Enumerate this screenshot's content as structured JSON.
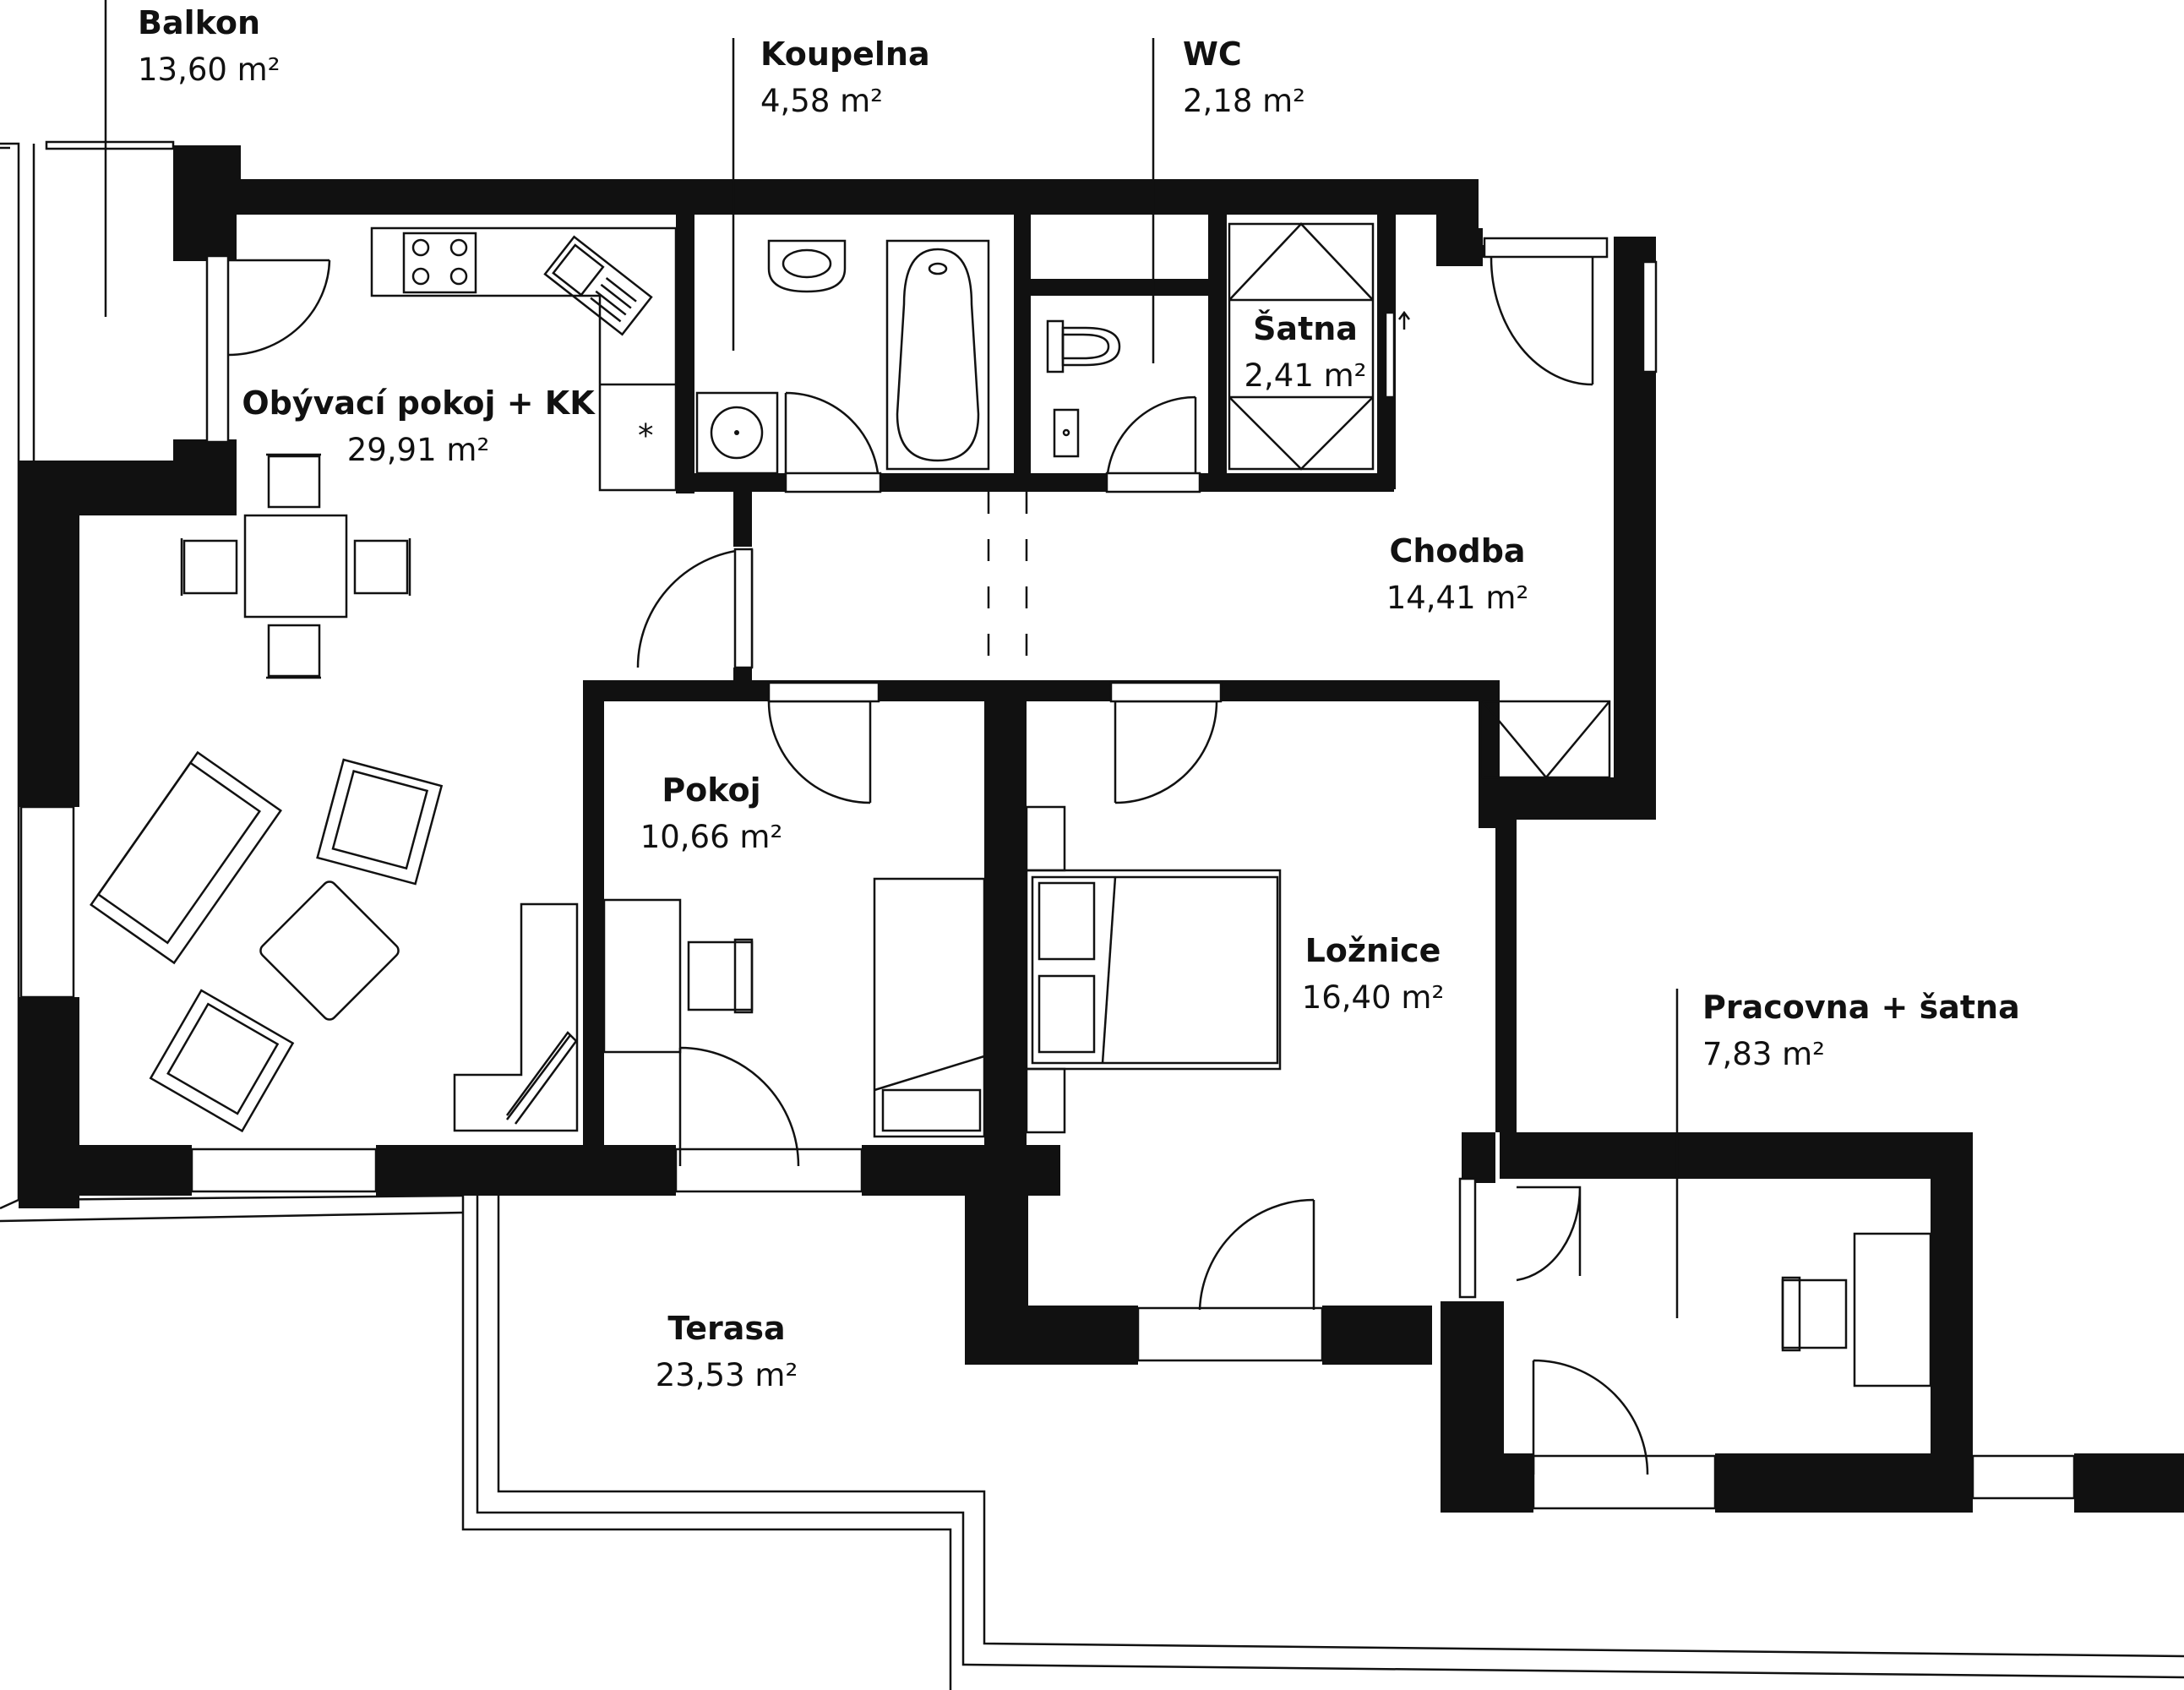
{
  "rooms": {
    "balkon": {
      "name": "Balkon",
      "area": "13,60 m²"
    },
    "koupelna": {
      "name": "Koupelna",
      "area": "4,58 m²"
    },
    "wc": {
      "name": "WC",
      "area": "2,18 m²"
    },
    "satna": {
      "name": "Šatna",
      "area": "2,41 m²"
    },
    "obyvaci": {
      "name": "Obývací pokoj + KK",
      "area": "29,91 m²"
    },
    "chodba": {
      "name": "Chodba",
      "area": "14,41 m²"
    },
    "pokoj": {
      "name": "Pokoj",
      "area": "10,66 m²"
    },
    "loznice": {
      "name": "Ložnice",
      "area": "16,40 m²"
    },
    "pracovna": {
      "name": "Pracovna + šatna",
      "area": "7,83 m²"
    },
    "terasa": {
      "name": "Terasa",
      "area": "23,53 m²"
    }
  },
  "colors": {
    "wall": "#111111",
    "background": "#ffffff"
  }
}
